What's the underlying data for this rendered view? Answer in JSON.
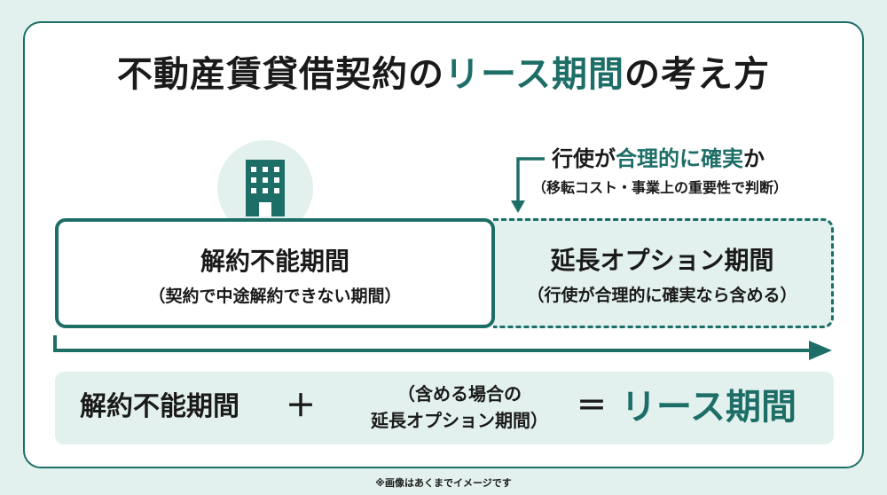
{
  "title": {
    "prefix": "不動産賃貸借契約の",
    "accent": "リース期間",
    "suffix": "の考え方"
  },
  "exercise_note": {
    "prefix": "行使が",
    "accent": "合理的に確実",
    "suffix": "か",
    "sub": "（移転コスト・事業上の重要性で判断）"
  },
  "noncancellable": {
    "title": "解約不能期間",
    "sub": "（契約で中途解約できない期間）"
  },
  "extension": {
    "title": "延長オプション期間",
    "sub": "（行使が合理的に確実なら含める）"
  },
  "formula": {
    "term1": "解約不能期間",
    "plus": "＋",
    "term2_line1": "（含める場合の",
    "term2_line2": "延長オプション期間）",
    "equals": "＝",
    "result": "リース期間"
  },
  "footnote": "※画像はあくまでイメージです",
  "icons": {
    "building": "building-icon"
  },
  "colors": {
    "accent": "#1e6e68",
    "background": "#e3f1ee",
    "card": "#ffffff"
  }
}
